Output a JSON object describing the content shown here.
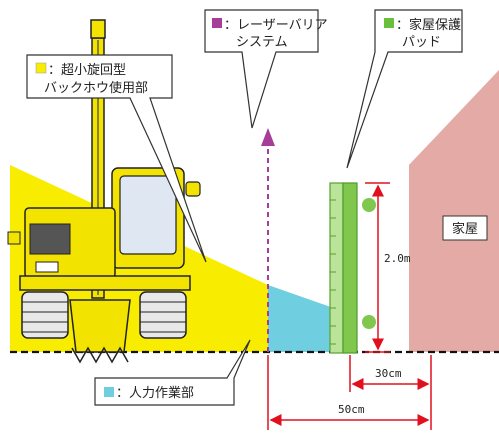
{
  "legend": {
    "backhoe_zone": {
      "marker": "■",
      "text_line1": "：超小旋回型",
      "text_line2": "バックホウ使用部",
      "color": "#f5ea00"
    },
    "manual_zone": {
      "marker": "■",
      "text": "：人力作業部",
      "color": "#6fcfe0"
    },
    "laser_barrier": {
      "marker": "■",
      "text_line1": "：レーザーバリア",
      "text_line2": "システム",
      "color": "#a63d98"
    },
    "house_pad": {
      "marker": "■",
      "text_line1": "：家屋保護",
      "text_line2": "パッド",
      "color": "#6abf3d"
    }
  },
  "house": {
    "label": "家屋",
    "color": "#e4aaa6"
  },
  "dimensions": {
    "pad_height": "2.0m",
    "pad_offset": "30cm",
    "work_offset": "50cm"
  },
  "colors": {
    "dim_line": "#e0101e",
    "ground": "#111111",
    "laser": "#a63d98"
  }
}
